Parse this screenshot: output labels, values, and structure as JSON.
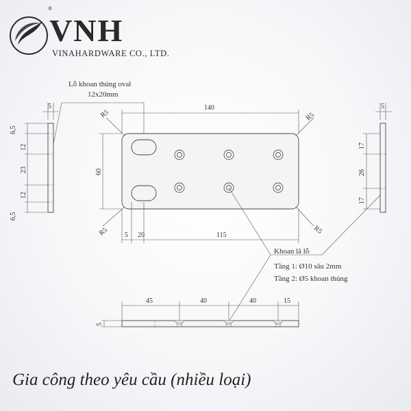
{
  "brand": {
    "name": "VNH",
    "company": "VINAHARDWARE CO., LTD.",
    "registered_mark": "®"
  },
  "notes": {
    "oval_title": "Lỗ khoan thủng oval",
    "oval_size": "12x20mm",
    "drill_title": "Khoan lã lỗ",
    "drill_layer1": "Tầng 1: Ø10 sâu 2mm",
    "drill_layer2": "Tầng 2: Ø5 khoan thủng"
  },
  "dimensions": {
    "width_total": "140",
    "height_total": "60",
    "radius": "R5",
    "left_edge": "5",
    "oval_offset": "20",
    "holes_span": "115",
    "thickness": "5",
    "left_a": "6,5",
    "left_b": "12",
    "left_c": "23",
    "left_d": "12",
    "left_e": "6,5",
    "right_a": "17",
    "right_b": "26",
    "right_c": "17",
    "bottom_a": "45",
    "bottom_b": "40",
    "bottom_c": "40",
    "bottom_d": "15"
  },
  "caption": "Gia công theo yêu cầu (nhiều loại)",
  "colors": {
    "line": "#444444",
    "text": "#222222"
  }
}
